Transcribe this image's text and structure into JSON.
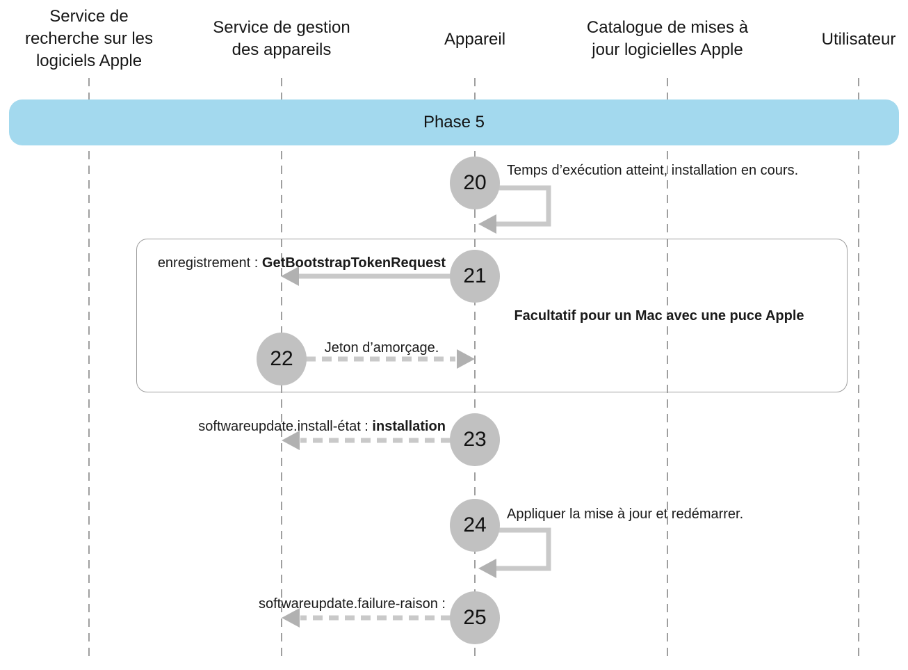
{
  "diagram": {
    "actors": [
      {
        "label": "Service de\nrecherche sur les\nlogiciels Apple"
      },
      {
        "label": "Service de gestion\ndes appareils"
      },
      {
        "label": "Appareil"
      },
      {
        "label": "Catalogue de mises à\njour logicielles Apple"
      },
      {
        "label": "Utilisateur"
      }
    ],
    "phase": {
      "label": "Phase 5"
    },
    "steps": [
      {
        "number": "20",
        "type": "self-loop",
        "actor": "Appareil",
        "label": "Temps d’exécution atteint, installation en cours."
      },
      {
        "number": "21",
        "type": "message-solid",
        "from": "Appareil",
        "to": "Service de gestion des appareils",
        "label_prefix": "enregistrement : ",
        "label_value": "GetBootstrapTokenRequest"
      },
      {
        "number": "22",
        "type": "message-dashed",
        "from": "Service de gestion des appareils",
        "to": "Appareil",
        "label": "Jeton d’amorçage."
      },
      {
        "number": "23",
        "type": "message-dashed",
        "from": "Appareil",
        "to": "Service de gestion des appareils",
        "label_prefix": "softwareupdate.install-état : ",
        "label_value": "installation"
      },
      {
        "number": "24",
        "type": "self-loop",
        "actor": "Appareil",
        "label": "Appliquer la mise à jour et redémarrer."
      },
      {
        "number": "25",
        "type": "message-dashed",
        "from": "Appareil",
        "to": "Service de gestion des appareils",
        "label": "softwareupdate.failure-raison :"
      }
    ],
    "optional_note": "Facultatif pour un Mac avec une puce Apple",
    "colors": {
      "phase_banner": "#a3d9ee",
      "step_circle": "#c1c1c1",
      "arrow_shaft": "#c9c9c9",
      "arrow_head": "#b1b1b1",
      "lifeline": "#9f9f9f",
      "note_border": "#9e9e9e",
      "text": "#1a1a1a"
    }
  }
}
